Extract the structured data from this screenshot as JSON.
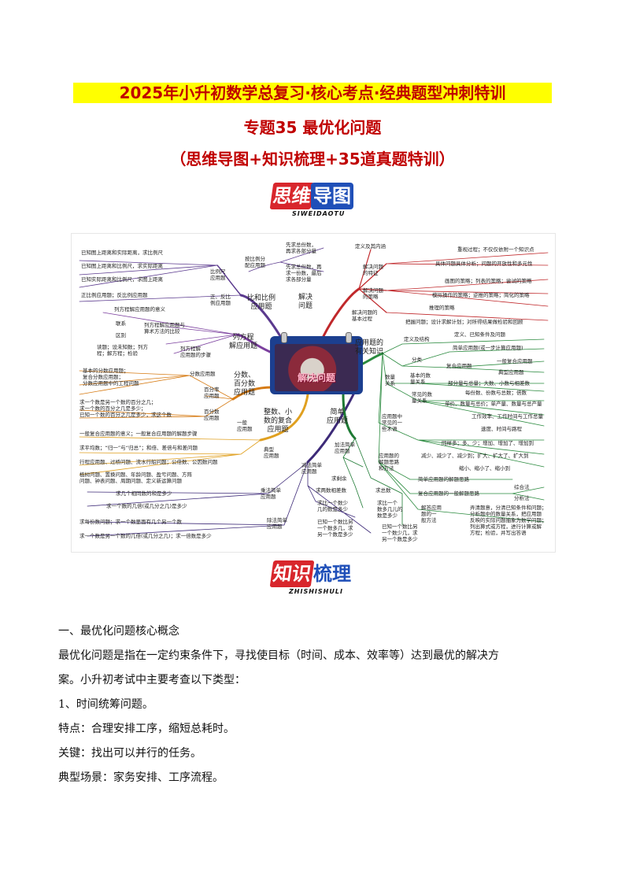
{
  "header": {
    "title_line1": "2025年小升初数学总复习·核心考点·经典题型冲刺特训",
    "title_line2": "专题35  最优化问题",
    "title_line3": "（思维导图+知识梳理+35道真题特训）"
  },
  "logo_mindmap": {
    "text_red": "思维",
    "text_blue": "导图",
    "subtitle": "SIWEIDAOTU"
  },
  "logo_knowledge": {
    "text_red": "知识",
    "text_blue": "梳理",
    "subtitle": "ZHISHISHULI"
  },
  "mindmap": {
    "center": "解决问题",
    "branches": [
      "比和比例\n应用题",
      "解决\n问题",
      "列方程\n解应用题",
      "应用题的\n有关知识",
      "分数、\n百分数\n应用题",
      "整数、小\n数的复合\n应用题",
      "简单\n应用题"
    ],
    "left": [
      "已知图上距离和实际距离，求比例尺",
      "已知图上距离和比例尺，求实际距离",
      "已知实际距离和比例尺，求图上距离",
      "比例尺\n应用题",
      "正比例应用题；反比例应用题",
      "正、反比\n例应用题",
      "按比例分\n配应用题",
      "先求总份数，\n再求各部分量",
      "先求总份数，再\n求一份数，最后\n求各部分量",
      "列方程解应用题的意义",
      "联系",
      "区别",
      "列方程解应用题与\n算术方法的比较",
      "读题；设未知数；列方\n程；解方程；检验",
      "列方程解\n应用题的步骤",
      "基本的分数应用题；\n复合分数应用题；\n分数应用题中的工程问题",
      "分数应用题",
      "百分率\n应用题",
      "求一个数是另一个数的百分之几；\n求一个数的百分之几是多少；\n已知一个数的百分之几是多少，求这个数",
      "百分数\n应用题",
      "一般复合应用题的意义；一般复合应用题的解题步骤",
      "一般\n应用题",
      "求平均数；“归一”与“归总”；和倍、差倍与和差问题",
      "典型\n应用题",
      "行程应用题、过桥问题、流水行船问题；公倍数、公因数问题",
      "植树问题、置换问题、年龄问题、盈亏问题、方阵\n问题、钟表问题、周期问题、定义新运算问题",
      "求几个相同数的和是多少",
      "求一个数的几倍(或几分之几)是多少",
      "乘法简单\n应用题",
      "求每份数问题；求一个数里面有几个另一个数",
      "除法简单\n应用题",
      "求一个数是另一个数的几倍(或几分之几)；求一倍数是多少"
    ],
    "right": [
      "定义及其内涵",
      "解决问题\n的特征",
      "重视过程；不仅仅依附一个知识点",
      "具体问题具体分析；问题的开放性和多元性",
      "解决问题\n的策略",
      "画图的策略；列表的策略；尝试的策略",
      "模拟操作的策略；逆推的策略；简化的策略",
      "推理的策略",
      "解决问题的\n基本过程",
      "把握问题；设计求解计划；对所得结果做检验和回顾",
      "定义及结构",
      "定义、已知条件及问题",
      "简单应用题(或一步计算应用题)",
      "分类",
      "复合应用题",
      "一般复合应用题",
      "典型应用题",
      "数量\n关系",
      "基本的数\n量关系",
      "部分量与总量；大数、小数与相差数",
      "每份数、份数与总数；倍数",
      "常见的数\n量关系",
      "单价、数量与总价；单产量、数量与总产量",
      "工作效率、工作时间与工作总量",
      "速度、时间与路程",
      "应用题中\n常见的一\n些术语",
      "同样多；多、少；增加、增加了、增加到",
      "减少、减少了、减少到；扩大、扩大了、扩大到",
      "缩小、缩小了、缩小到",
      "应用题的\n解题思路\n和方法",
      "简单应用题的解题思路",
      "复合应用题的一般解题思路",
      "综合法",
      "分析法",
      "解答应用\n题的一\n般方法",
      "弄清题意，分清已知条件和问题；\n分析题中的数量关系，把应用题\n反映的实际问题抽象为数学问题；\n列出算式或方程，进行计算或解\n方程；检验，并写出答语",
      "加法简单\n应用题",
      "减法简单\n应用题",
      "求剩余",
      "求两数相差数",
      "求总数",
      "求比一个数少\n几的数是多少",
      "求比一个\n数多几儿的\n数是多少",
      "已知一个数比另\n一个数多几，求\n另一个数是多少",
      "已知一个数比另\n一个数少几，求\n另一个数是多少"
    ]
  },
  "content": {
    "section1_heading": "一、最优化问题核心概念",
    "para1_line1": "最优化问题是指在一定约束条件下，寻找使目标（时间、成本、效率等）达到最优的解决方",
    "para1_line2": "案。小升初考试中主要考查以下类型：",
    "item1": "1、时间统筹问题。",
    "feature": "特点：合理安排工序，缩短总耗时。",
    "key": "关键：找出可以并行的任务。",
    "scene": "典型场景：家务安排、工序流程。"
  },
  "nav": {
    "prev_icon": "chevron-left-icon",
    "next_icon": "chevron-right-icon"
  }
}
